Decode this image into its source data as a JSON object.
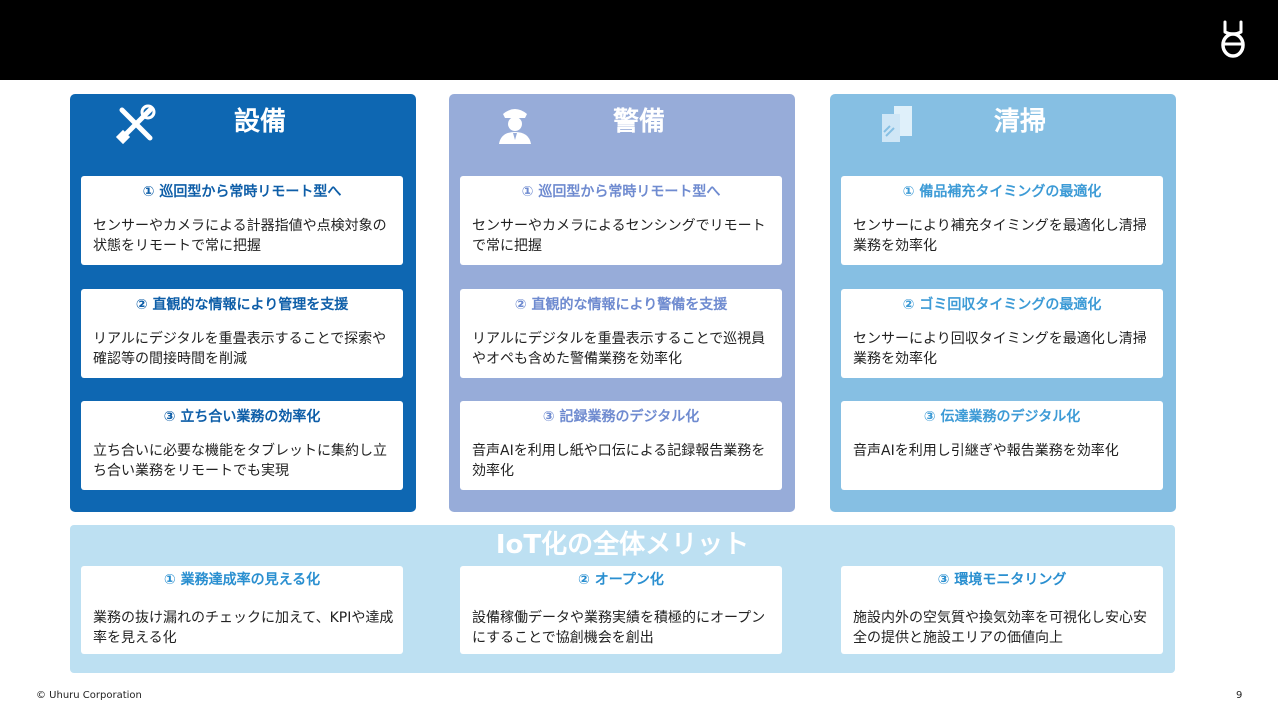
{
  "header": {
    "logo_icon": "uhuru-logo-icon"
  },
  "columns": [
    {
      "title": "設備",
      "icon": "tools-icon",
      "color": "#0e67b2",
      "cards": [
        {
          "title": "① 巡回型から常時リモート型へ",
          "body": "センサーやカメラによる計器指値や点検対象の状態をリモートで常に把握"
        },
        {
          "title": "② 直観的な情報により管理を支援",
          "body": "リアルにデジタルを重畳表示することで探索や確認等の間接時間を削減"
        },
        {
          "title": "③ 立ち合い業務の効率化",
          "body": "立ち合いに必要な機能をタブレットに集約し立ち合い業務をリモートでも実現"
        }
      ]
    },
    {
      "title": "警備",
      "icon": "security-guard-icon",
      "color": "#97acd9",
      "cards": [
        {
          "title": "① 巡回型から常時リモート型へ",
          "body": "センサーやカメラによるセンシングでリモートで常に把握"
        },
        {
          "title": "② 直観的な情報により警備を支援",
          "body": "リアルにデジタルを重畳表示することで巡視員やオペも含めた警備業務を効率化"
        },
        {
          "title": "③ 記録業務のデジタル化",
          "body": "音声AIを利用し紙や口伝による記録報告業務を効率化"
        }
      ]
    },
    {
      "title": "清掃",
      "icon": "cleaning-icon",
      "color": "#86bfe3",
      "cards": [
        {
          "title": "① 備品補充タイミングの最適化",
          "body": "センサーにより補充タイミングを最適化し清掃業務を効率化"
        },
        {
          "title": "② ゴミ回収タイミングの最適化",
          "body": "センサーにより回収タイミングを最適化し清掃業務を効率化"
        },
        {
          "title": "③ 伝達業務のデジタル化",
          "body": "音声AIを利用し引継ぎや報告業務を効率化"
        }
      ]
    }
  ],
  "merit": {
    "title": "IoT化の全体メリット",
    "cards": [
      {
        "title": "① 業務達成率の見える化",
        "body": "業務の抜け漏れのチェックに加えて、KPIや達成率を見える化"
      },
      {
        "title": "② オープン化",
        "body": "設備稼働データや業務実績を積極的にオープンにすることで協創機会を創出"
      },
      {
        "title": "③ 環境モニタリング",
        "body": "施設内外の空気質や換気効率を可視化し安心安全の提供と施設エリアの価値向上"
      }
    ]
  },
  "footer": {
    "copyright": "© Uhuru Corporation",
    "page_number": "9"
  }
}
